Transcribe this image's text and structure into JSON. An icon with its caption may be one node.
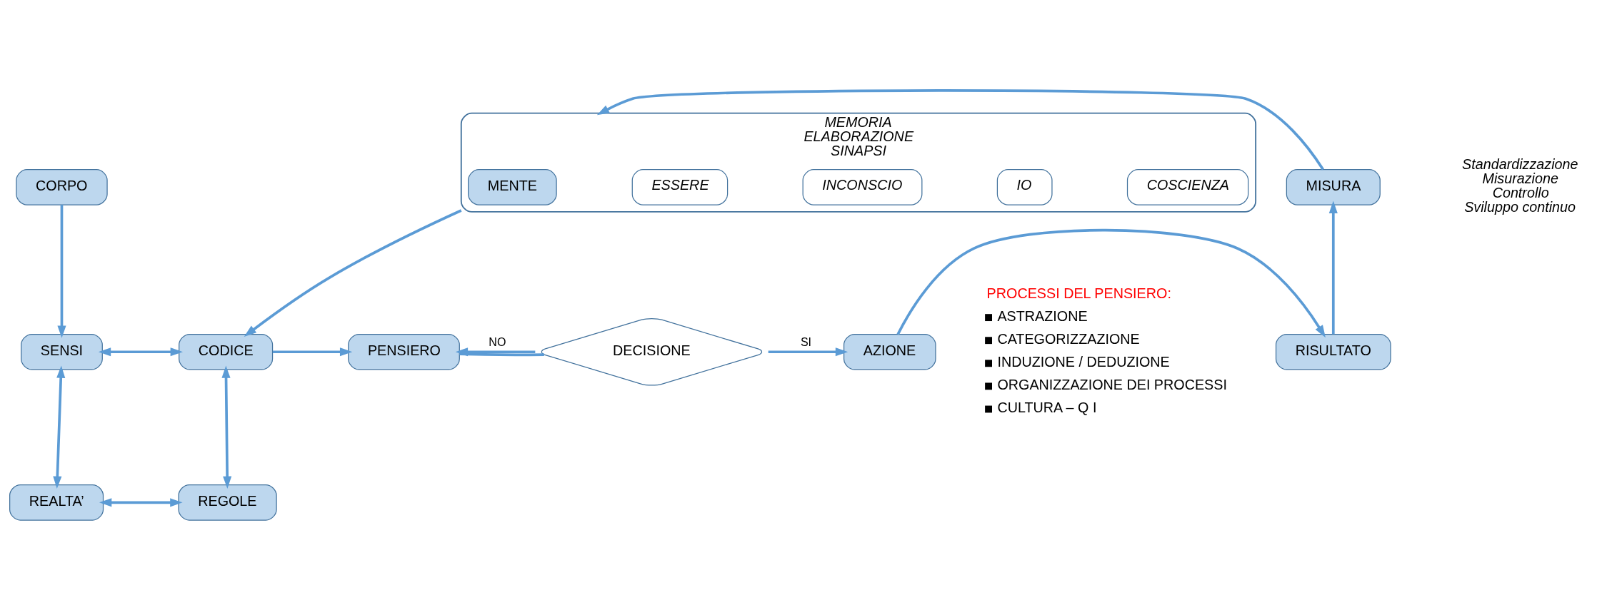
{
  "diagram": {
    "nodes": [
      {
        "text": [
          "CORPO"
        ]
      },
      {
        "text": [
          "MEMORIA",
          "ELABORAZIONE",
          "SINAPSI"
        ]
      },
      {
        "text": [
          "MENTE"
        ],
        "in": 1
      },
      {
        "text": [
          "ESSERE"
        ],
        "in": 1
      },
      {
        "text": [
          "INCONSCIO"
        ],
        "in": 1
      },
      {
        "text": [
          "IO"
        ],
        "in": 1
      },
      {
        "text": [
          "COSCIENZA"
        ],
        "in": 1
      },
      {
        "text": [
          "MISURA"
        ]
      },
      {
        "text": [
          "SENSI"
        ]
      },
      {
        "text": [
          "CODICE"
        ]
      },
      {
        "text": [
          "PENSIERO"
        ]
      },
      {
        "text": [
          "DECISIONE"
        ]
      },
      {
        "text": [
          "AZIONE"
        ]
      },
      {
        "text": [
          "RISULTATO"
        ]
      },
      {
        "text": [
          "REALTA’"
        ]
      },
      {
        "text": [
          "REGOLE"
        ]
      }
    ],
    "edges": [
      {
        "from": 0,
        "to": 8,
        "arrow": "to"
      },
      {
        "from": 1,
        "to": 9,
        "arrow": "to"
      },
      {
        "from": 7,
        "to": 1,
        "arrow": "to"
      },
      {
        "from": 8,
        "to": 9,
        "arrow": "both"
      },
      {
        "from": 9,
        "to": 10,
        "arrow": "to"
      },
      {
        "from": 10,
        "to": 11,
        "arrow": "none"
      },
      {
        "from": 11,
        "to": 12,
        "arrow": "to",
        "label": "SI"
      },
      {
        "from": 11,
        "to": 10,
        "arrow": "to",
        "label": "NO"
      },
      {
        "from": 12,
        "to": 13,
        "arrow": "to"
      },
      {
        "from": 13,
        "to": 7,
        "arrow": "to"
      },
      {
        "from": 8,
        "to": 14,
        "arrow": "both"
      },
      {
        "from": 9,
        "to": 15,
        "arrow": "both"
      },
      {
        "from": 14,
        "to": 15,
        "arrow": "both"
      }
    ],
    "labels": [
      "PROCESSI DEL PENSIERO:",
      "ASTRAZIONE",
      "CATEGORIZZAZIONE",
      "INDUZIONE / DEDUZIONE",
      "ORGANIZZAZIONE DEI PROCESSI",
      "CULTURA – Q I",
      "Standardizzazione",
      "Misurazione",
      "Controllo",
      "Sviluppo continuo"
    ]
  }
}
